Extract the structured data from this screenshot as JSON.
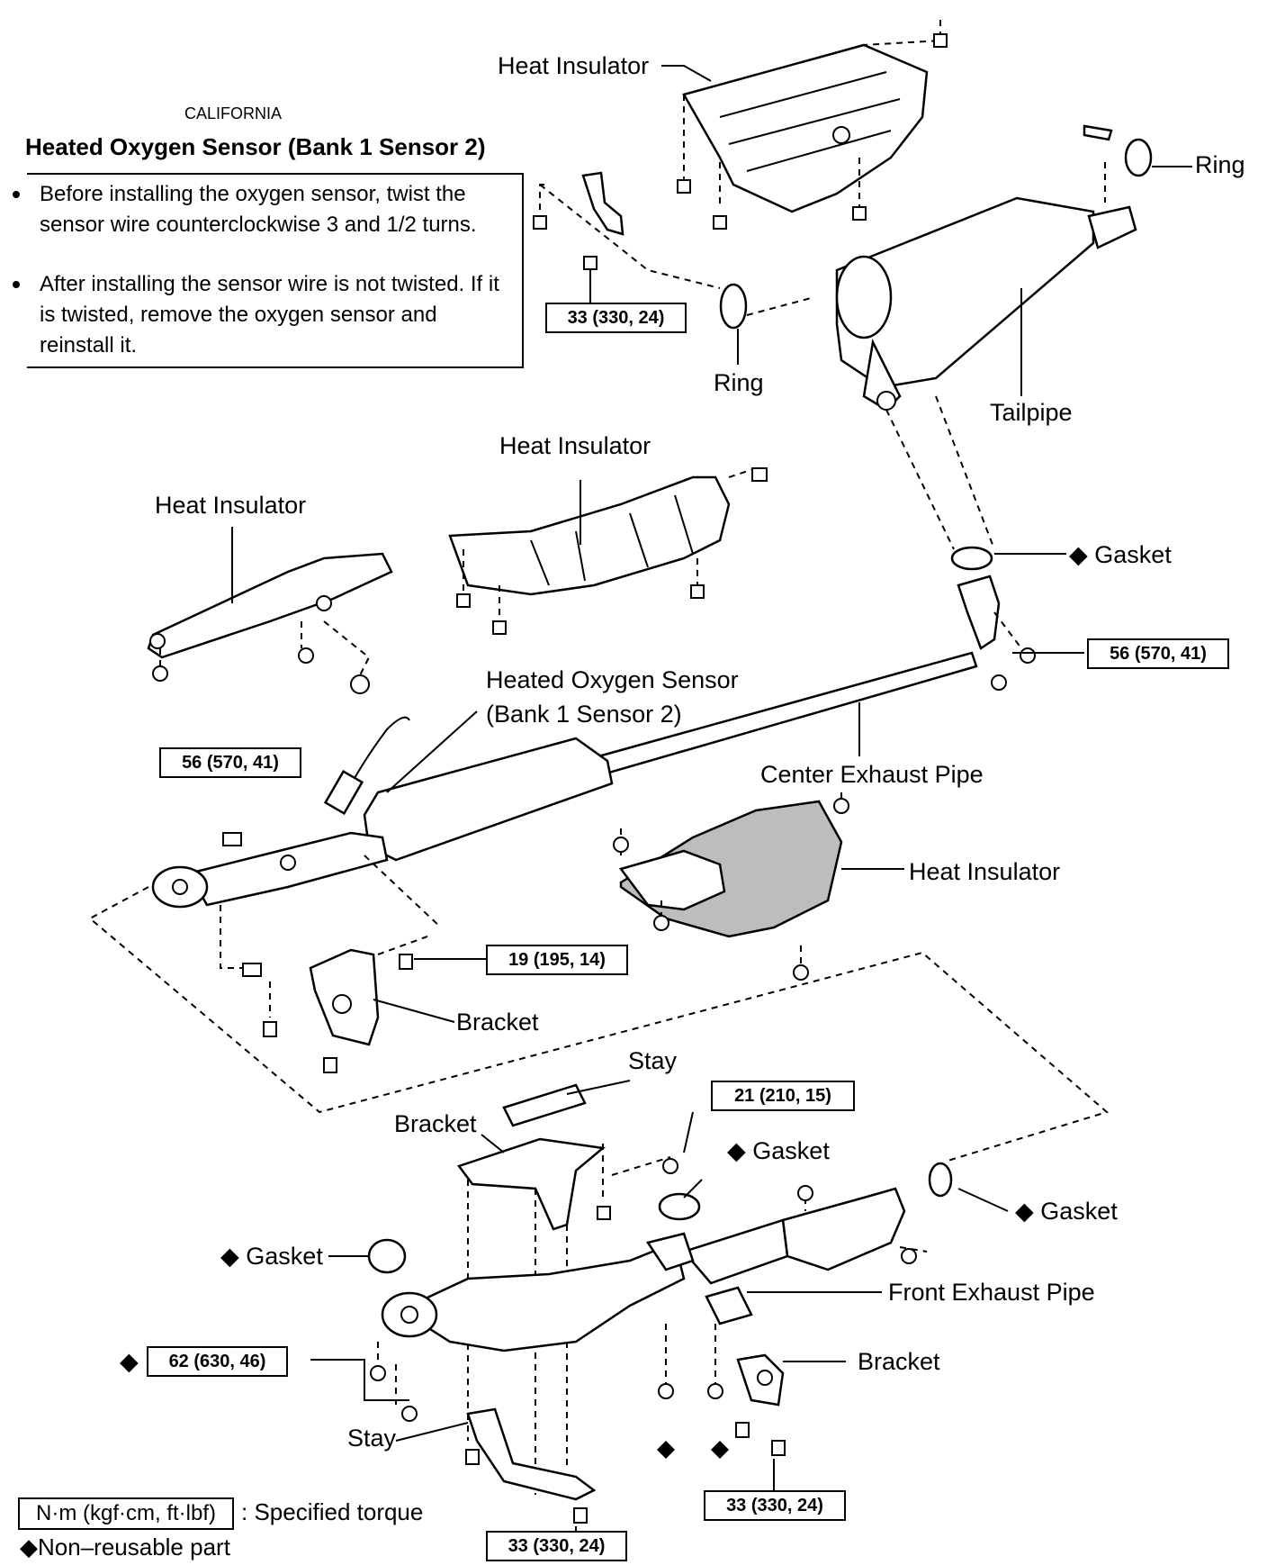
{
  "header": {
    "region": "CALIFORNIA",
    "note_title": "Heated Oxygen Sensor (Bank 1 Sensor 2)",
    "note_bullets": [
      "Before installing the oxygen sensor, twist the sensor wire counterclockwise 3 and 1/2 turns.",
      "After installing the sensor wire is not twisted. If it is twisted, remove the oxygen sensor and reinstall it."
    ]
  },
  "labels": {
    "heat_insulator_top": "Heat Insulator",
    "ring_right": "Ring",
    "ring_center": "Ring",
    "tailpipe": "Tailpipe",
    "heat_insulator_mid": "Heat Insulator",
    "heat_insulator_left": "Heat Insulator",
    "gasket_tail": "Gasket",
    "heated_oxygen_sensor": "Heated Oxygen Sensor",
    "heated_oxygen_sensor_sub": "(Bank 1 Sensor 2)",
    "center_exhaust_pipe": "Center Exhaust Pipe",
    "heat_insulator_lower": "Heat Insulator",
    "bracket_mid": "Bracket",
    "stay_top": "Stay",
    "bracket_upper": "Bracket",
    "gasket_mid": "Gasket",
    "gasket_right": "Gasket",
    "gasket_left": "Gasket",
    "front_exhaust_pipe": "Front Exhaust Pipe",
    "bracket_lower": "Bracket",
    "stay_bottom": "Stay"
  },
  "torques": {
    "t_33_ring": "33 (330, 24)",
    "t_56_tail": "56 (570, 41)",
    "t_56_sensor": "56 (570, 41)",
    "t_19_bracket": "19 (195, 14)",
    "t_21_stay": "21 (210, 15)",
    "t_62_front": "62 (630, 46)",
    "t_33_bracket": "33 (330, 24)",
    "t_33_stay": "33 (330, 24)"
  },
  "legend": {
    "unit": "N·m (kgf·cm, ft·lbf)",
    "unit_desc": ": Specified torque",
    "nonreusable": "Non–reusable part"
  },
  "symbols": {
    "nonreusable": "◆"
  }
}
